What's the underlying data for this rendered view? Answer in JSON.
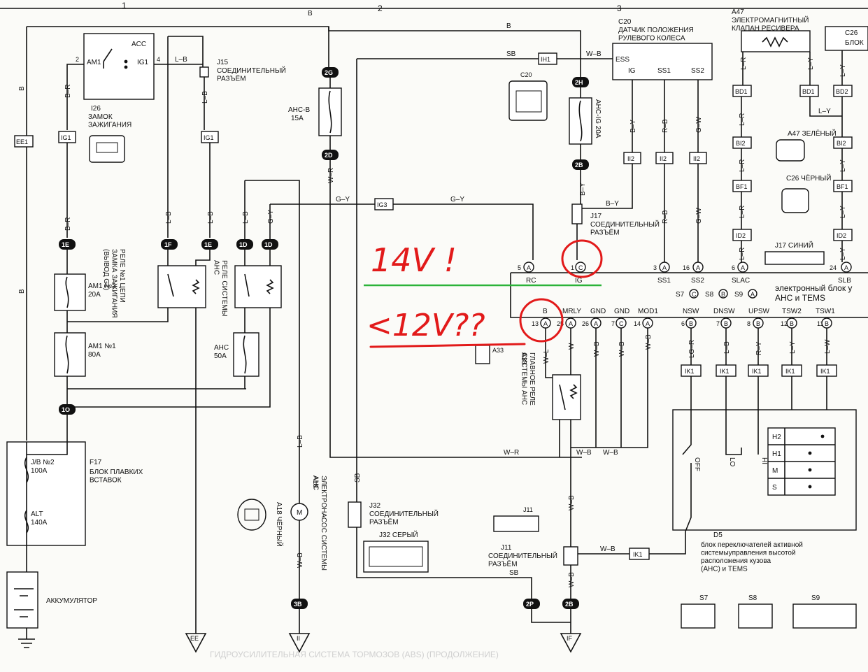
{
  "columns": [
    "1",
    "2",
    "3"
  ],
  "wire_colors": {
    "b": "B",
    "br": "B–R",
    "lb": "L–B",
    "sb": "SB",
    "wr": "W–R",
    "gy": "G–Y",
    "wb": "W–B",
    "wl": "W–L",
    "w": "W",
    "by": "B–Y",
    "rb": "R–B",
    "gw": "G–W",
    "lr": "L–R",
    "ly": "L–Y",
    "lgr": "LG–R",
    "ry": "R–Y",
    "lw": "L–W"
  },
  "connectors": {
    "ee1": "EE1",
    "ig1": "IG1",
    "e1": "1E",
    "f1": "1F",
    "d1": "1D",
    "o1": "1O",
    "g2": "2G",
    "d2": "2D",
    "h2": "2H",
    "b2": "2B",
    "ih1": "IH1",
    "ig3": "IG3",
    "ii2": "II2",
    "bd1": "BD1",
    "bd2": "BD2",
    "bi2": "BI2",
    "bf1": "BF1",
    "id2": "ID2",
    "ik1": "IK1",
    "p2": "2P",
    "b3": "3B"
  },
  "components": {
    "i26_id": "I26",
    "i26_name": "ЗАМОК\nЗАЖИГАНИЯ",
    "switch_am1": "AM1",
    "switch_acc": "ACC",
    "switch_ig1": "IG1",
    "j15_id": "J15",
    "j15_name": "СОЕДИНИТЕЛЬНЫЙ\nРАЗЪЁМ",
    "ahcb": "AHC-B",
    "ahcb_amp": "15A",
    "ahcig": "AHC-IG 20A",
    "am2": "AM1 №2",
    "am2_amp": "20A",
    "am1": "AM1 №1",
    "am1_amp": "80A",
    "relay1": "РЕЛЕ №1 ЦЕПИ\nЗАМКА ЗАЖИГАНИЯ\n(ВЫВОД G1)",
    "relay_ahc": "РЕЛЕ СИСТЕМЫ\nАНС",
    "ahc_fuse": "АНС",
    "ahc_fuse_amp": "50A",
    "f17_id": "F17",
    "f17_name": "БЛОК ПЛАВКИХ\nВСТАВОК",
    "jb2": "J/B №2",
    "jb2_amp": "100A",
    "alt": "ALT",
    "alt_amp": "140A",
    "battery": "АККУМУЛЯТОР",
    "a18_id": "A18",
    "a18_name": "ЭЛЕКТРОНАСОС СИСТЕМЫ\nАНС",
    "a18_color": "A18 ЧЁРНЫЙ",
    "motor": "M",
    "c20_id": "C20",
    "c20_name": "ДАТЧИК ПОЛОЖЕНИЯ\nРУЛЕВОГО КОЛЕСА",
    "c20_pins": [
      "ESS",
      "IG",
      "SS1",
      "SS2"
    ],
    "a47_id": "A47",
    "a47_name": "ЭЛЕКТРОМАГНИТНЫЙ\nКЛАПАН РЕСИВЕРА",
    "a47_color": "A47 ЗЕЛЁНЫЙ",
    "c26_id": "C26",
    "c26_name": "БЛОК",
    "c26_color": "C26 ЧЁРНЫЙ",
    "j17_id": "J17",
    "j17_name": "СОЕДИНИТЕЛЬНЫЙ\nРАЗЪЁМ",
    "j17_color": "J17 СИНИЙ",
    "ecu_name": "электронный блок у\nАНС и TEMS",
    "ecu_pins_top": [
      "RC",
      "IG",
      "SS1",
      "SS2",
      "SLAC",
      "SLB"
    ],
    "ecu_pins_bot": [
      "B",
      "MRLY",
      "GND",
      "GND",
      "MOD1",
      "NSW",
      "DNSW",
      "UPSW",
      "TSW2",
      "TSW1"
    ],
    "ecu_connectors": [
      "S7",
      "S8",
      "S9"
    ],
    "a33_id": "A33",
    "a33_name": "ГЛАВНОЕ РЕЛЕ\nСИСТЕМЫ АНС",
    "j32_id": "J32",
    "j32_name": "СОЕДИНИТЕЛЬНЫЙ\nРАЗЪЁМ",
    "j32_color": "J32 СЕРЫЙ",
    "j11_id": "J11",
    "j11_name": "СОЕДИНИТЕЛЬНЫЙ\nРАЗЪЁМ",
    "d5_id": "D5",
    "d5_name": "блок переключателей активной\nсистемыуправления высотой\nрасположения кузова\n(АНС) и TEMS",
    "d5_off": "OFF",
    "d5_lo": "LO",
    "d5_hi": "HI",
    "d5_levels": [
      "H2",
      "H1",
      "M",
      "S"
    ],
    "grounds": [
      "EE",
      "II",
      "IF"
    ],
    "bottom_ghost": "ГИДРОУСИЛИТЕЛЬНАЯ СИСТЕМА ТОРМОЗОВ (ABS) (ПРОДОЛЖЕНИЕ)"
  },
  "annotations": {
    "top": "14V !",
    "bottom": "<12V??"
  },
  "colors": {
    "ink": "#111111",
    "annotation_red": "#e21a1a",
    "annotation_green": "#2cb33a",
    "paper": "#fbfbf8"
  }
}
